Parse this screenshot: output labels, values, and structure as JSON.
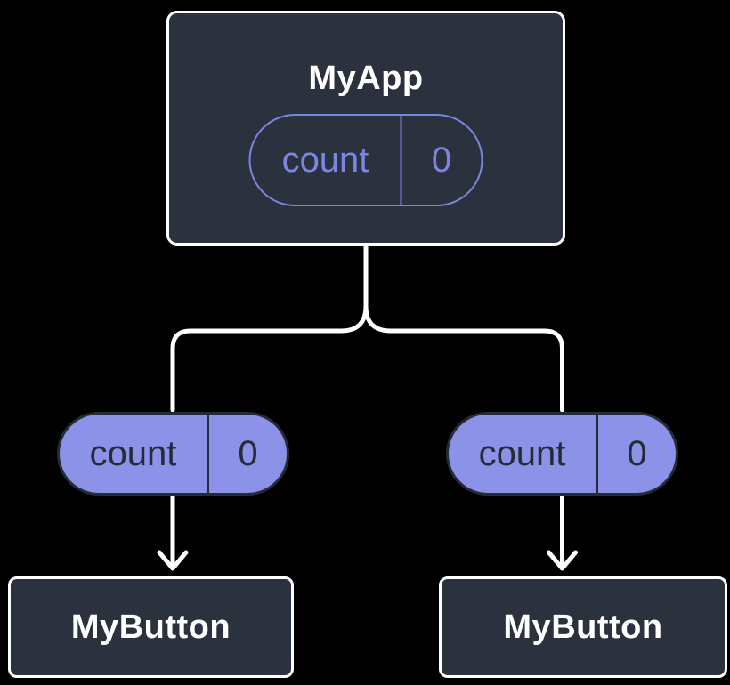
{
  "diagram": {
    "description": "React component tree showing state lifted to parent",
    "colors": {
      "background": "#000000",
      "node_fill": "#2B313D",
      "node_border": "#FFFFFF",
      "connector": "#FFFFFF",
      "state_pill_outline": "#7B85E2",
      "prop_pill_fill": "#8B92E8",
      "prop_pill_dark": "#262C37",
      "title_text": "#FFFFFF"
    },
    "tree": {
      "root": {
        "title": "MyApp",
        "state": {
          "label": "count",
          "value": "0"
        }
      },
      "props": [
        {
          "label": "count",
          "value": "0"
        },
        {
          "label": "count",
          "value": "0"
        }
      ],
      "children": [
        {
          "title": "MyButton"
        },
        {
          "title": "MyButton"
        }
      ]
    }
  }
}
